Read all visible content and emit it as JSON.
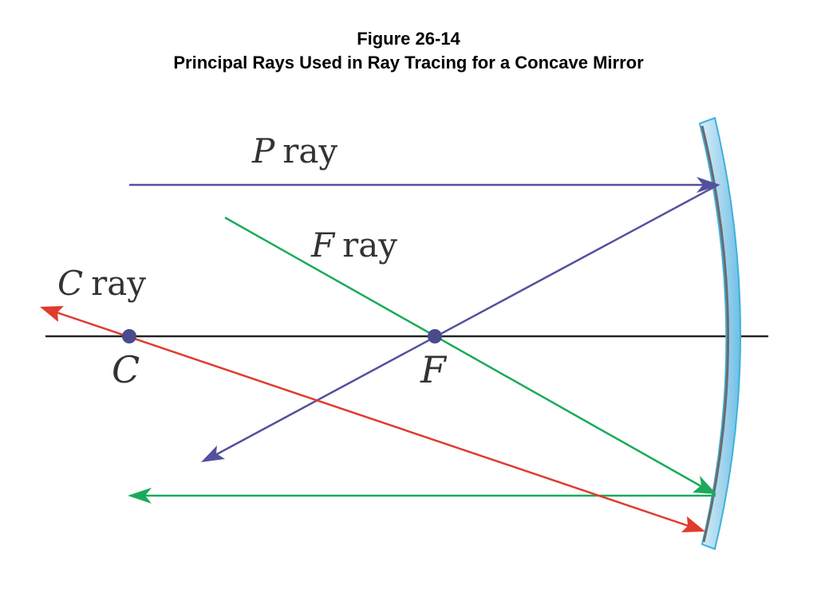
{
  "figure": {
    "number": "Figure 26-14",
    "title": "Principal Rays Used in Ray Tracing for a Concave Mirror"
  },
  "rays": {
    "p": {
      "letter": "P",
      "word": "ray",
      "color": "#53519e"
    },
    "f": {
      "letter": "F",
      "word": "ray",
      "color": "#1aaa5a"
    },
    "c": {
      "letter": "C",
      "word": "ray",
      "color": "#e03b2c"
    }
  },
  "points": {
    "center": "C",
    "focus": "F"
  },
  "colors": {
    "axis": "#222222",
    "mirror_fill": "#a9d6ee",
    "mirror_edge": "#3fb0dc",
    "point": "#4a4a8c"
  }
}
